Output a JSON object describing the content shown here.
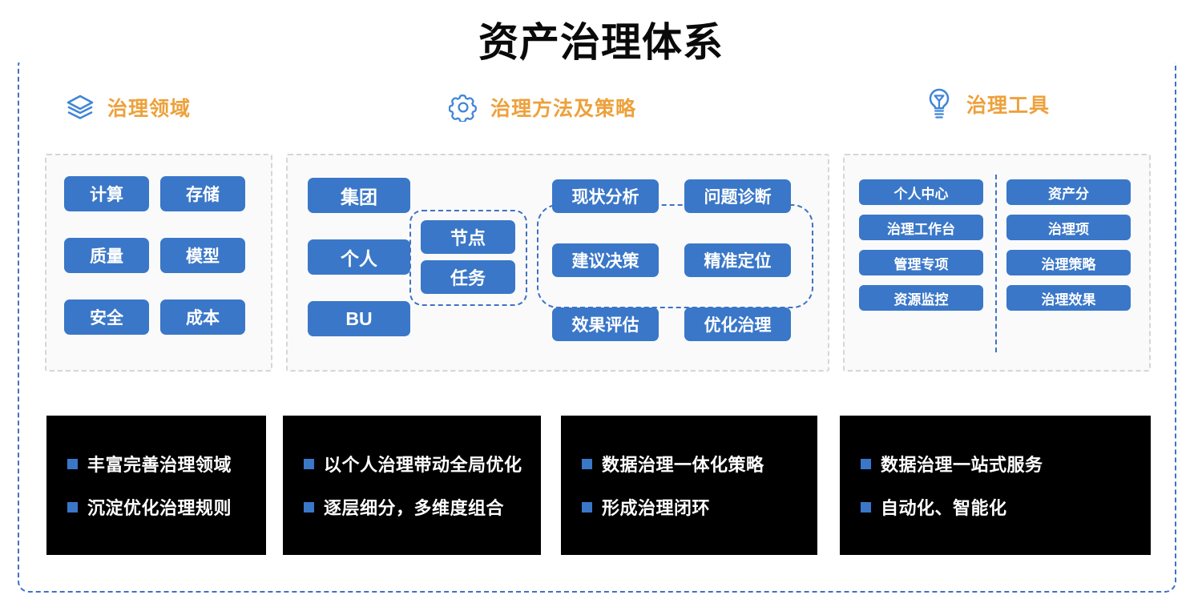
{
  "title": "资产治理体系",
  "accent": {
    "blue": "#3a77c8",
    "frame_blue": "#3f72c4",
    "orange": "#eda13c",
    "gray_panel_border": "#d6d6d6",
    "card_bg": "#000000"
  },
  "columns": [
    {
      "id": "domains",
      "icon": "layers-icon",
      "label": "治理领域"
    },
    {
      "id": "methods",
      "icon": "gear-icon",
      "label": "治理方法及策略"
    },
    {
      "id": "tools",
      "icon": "lightbulb-icon",
      "label": "治理工具"
    }
  ],
  "domains": {
    "chips": [
      "计算",
      "存储",
      "质量",
      "模型",
      "安全",
      "成本"
    ]
  },
  "methods": {
    "scope_chips": [
      "集团",
      "个人",
      "BU"
    ],
    "granularity_group": {
      "chips": [
        "节点",
        "任务"
      ]
    },
    "cycle_group": {
      "chips": [
        "现状分析",
        "问题诊断",
        "建议决策",
        "精准定位",
        "效果评估",
        "优化治理"
      ]
    }
  },
  "tools": {
    "left_column": [
      "个人中心",
      "治理工作台",
      "管理专项",
      "资源监控"
    ],
    "right_column": [
      "资产分",
      "治理项",
      "治理策略",
      "治理效果"
    ]
  },
  "benefit_cards": [
    {
      "id": "card-1",
      "bullets": [
        "丰富完善治理领域",
        "沉淀优化治理规则"
      ]
    },
    {
      "id": "card-2",
      "bullets": [
        "以个人治理带动全局优化",
        "逐层细分，多维度组合"
      ]
    },
    {
      "id": "card-3",
      "bullets": [
        "数据治理一体化策略",
        "形成治理闭环"
      ]
    },
    {
      "id": "card-4",
      "bullets": [
        "数据治理一站式服务",
        "自动化、智能化"
      ]
    }
  ]
}
